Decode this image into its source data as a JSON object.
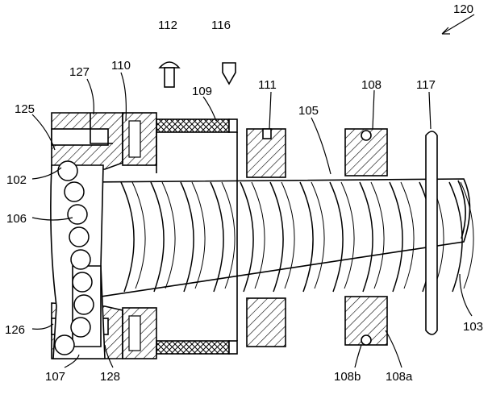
{
  "figure": {
    "labels": {
      "l120": "120",
      "l112": "112",
      "l116": "116",
      "l127": "127",
      "l110": "110",
      "l109": "109",
      "l111": "111",
      "l108": "108",
      "l117": "117",
      "l125": "125",
      "l105": "105",
      "l102": "102",
      "l106": "106",
      "l126": "126",
      "l103": "103",
      "l107": "107",
      "l128": "128",
      "l108b": "108b",
      "l108a": "108a"
    }
  }
}
